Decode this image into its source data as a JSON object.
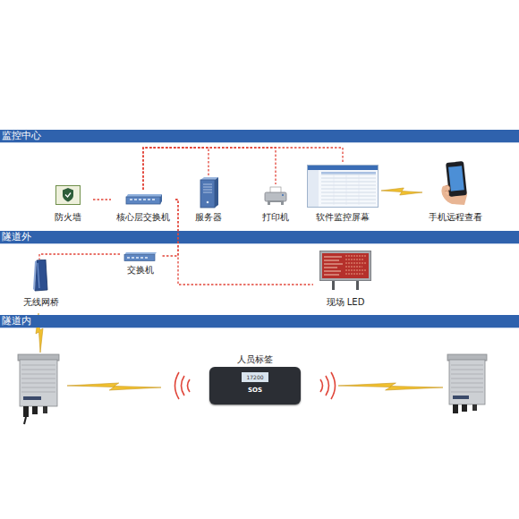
{
  "diagram": {
    "nodes": [
      {
        "text": [
          "监控中心"
        ]
      },
      {
        "text": [
          "防火墙"
        ]
      },
      {
        "text": [
          "核心层交换机"
        ]
      },
      {
        "text": [
          "服务器"
        ]
      },
      {
        "text": [
          "打印机"
        ]
      },
      {
        "text": [
          "软件监控屏幕"
        ]
      },
      {
        "text": [
          "手机远程查看"
        ]
      },
      {
        "text": [
          "隧道外"
        ]
      },
      {
        "text": [
          "无线网桥"
        ]
      },
      {
        "text": [
          "交换机"
        ]
      },
      {
        "text": [
          "现场 LED"
        ]
      },
      {
        "text": [
          "隧道内"
        ]
      },
      {
        "text": [
          "人员标签",
          "17200",
          "SOS"
        ]
      }
    ],
    "edges": [
      {
        "from": 1,
        "to": 2,
        "arrow": "none"
      },
      {
        "from": 2,
        "to": 3,
        "arrow": "none"
      },
      {
        "from": 2,
        "to": 4,
        "arrow": "none"
      },
      {
        "from": 2,
        "to": 5,
        "arrow": "none"
      },
      {
        "from": 5,
        "to": 6,
        "arrow": "none"
      },
      {
        "from": 2,
        "to": 9,
        "arrow": "none"
      },
      {
        "from": 9,
        "to": 8,
        "arrow": "none"
      },
      {
        "from": 2,
        "to": 10,
        "arrow": "none"
      }
    ]
  }
}
